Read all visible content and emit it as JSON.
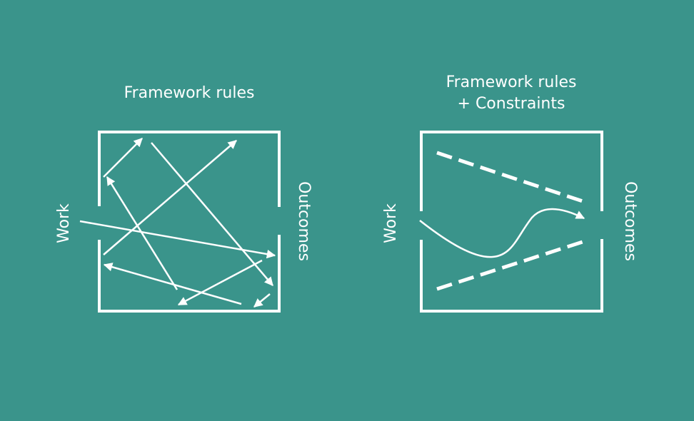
{
  "colors": {
    "background": "#3a948b",
    "stroke": "#ffffff"
  },
  "left_panel": {
    "title": "Framework rules",
    "input_label": "Work",
    "output_label": "Outcomes"
  },
  "right_panel": {
    "title_line1": "Framework rules",
    "title_line2": "+ Constraints",
    "input_label": "Work",
    "output_label": "Outcomes"
  }
}
